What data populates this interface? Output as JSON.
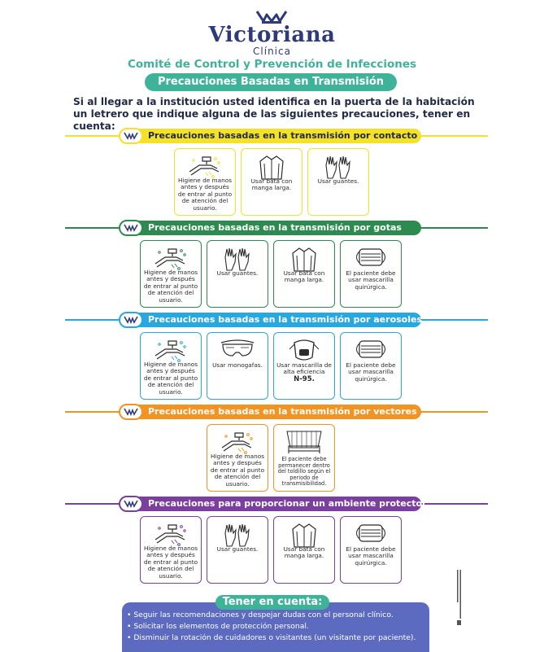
{
  "header": {
    "brand": "Victoriana",
    "brand_sub": "Clínica",
    "committee": "Comité de Control y Prevención de Infecciones",
    "banner": "Precauciones Basadas en Transmisión",
    "intro": "Si al llegar a la institución usted identifica en la puerta de la habitación un letrero que indique alguna de las siguientes precauciones, tener en cuenta:"
  },
  "colors": {
    "contact": "#f5e12a",
    "drops": "#2e8b4f",
    "aerosols": "#29a8e0",
    "vectors": "#f39321",
    "protective": "#7b3fa0",
    "teal": "#3fb39a",
    "navy": "#2e3a7a"
  },
  "sections": [
    {
      "title": "Precauciones basadas en la transmisión por contacto",
      "cards": [
        {
          "icon": "handwash-icon",
          "caption": "Higiene de manos antes y después de entrar al punto de atención del usuario."
        },
        {
          "icon": "gown-icon",
          "caption": "Usar bata con manga larga."
        },
        {
          "icon": "gloves-icon",
          "caption": "Usar guantes."
        }
      ]
    },
    {
      "title": "Precauciones basadas en la transmisión por gotas",
      "cards": [
        {
          "icon": "handwash-icon",
          "caption": "Higiene de manos antes y después de entrar al punto de atención del usuario."
        },
        {
          "icon": "gloves-icon",
          "caption": "Usar guantes."
        },
        {
          "icon": "gown-icon",
          "caption": "Usar bata con manga larga."
        },
        {
          "icon": "surgical-mask-icon",
          "caption": "El paciente debe usar mascarilla quirúrgica."
        }
      ]
    },
    {
      "title": "Precauciones basadas en la transmisión por aerosoles",
      "cards": [
        {
          "icon": "handwash-icon",
          "caption": "Higiene de manos antes y después de entrar al punto de atención del usuario."
        },
        {
          "icon": "goggles-icon",
          "caption": "Usar monogafas."
        },
        {
          "icon": "n95-mask-icon",
          "caption": "Usar mascarilla de alta eficiencia",
          "caption_bold": "N-95."
        },
        {
          "icon": "surgical-mask-icon",
          "caption": "El paciente debe usar mascarilla quirúrgica."
        }
      ]
    },
    {
      "title": "Precauciones basadas en la transmisión por vectores",
      "cards": [
        {
          "icon": "handwash-icon",
          "caption": "Higiene de manos antes y después de entrar al punto de atención del usuario."
        },
        {
          "icon": "mosquito-net-bed-icon",
          "caption": "El paciente debe permanecer dentro del toldillo según el periodo de transmisibilidad."
        }
      ]
    },
    {
      "title": "Precauciones para proporcionar un ambiente protector",
      "cards": [
        {
          "icon": "handwash-icon",
          "caption": "Higiene de manos antes y después de entrar al punto de atención del usuario."
        },
        {
          "icon": "gloves-icon",
          "caption": "Usar guantes."
        },
        {
          "icon": "gown-icon",
          "caption": "Usar bata con manga larga."
        },
        {
          "icon": "surgical-mask-icon",
          "caption": "El paciente debe usar mascarilla quirúrgica."
        }
      ]
    }
  ],
  "tener": {
    "title": "Tener en cuenta:",
    "items": [
      "Seguir las recomendaciones y despejar dudas con el personal clínico.",
      "Solicitar los elementos de protección personal.",
      "Disminuir la rotación de cuidadores o visitantes (un visitante por paciente)."
    ]
  }
}
